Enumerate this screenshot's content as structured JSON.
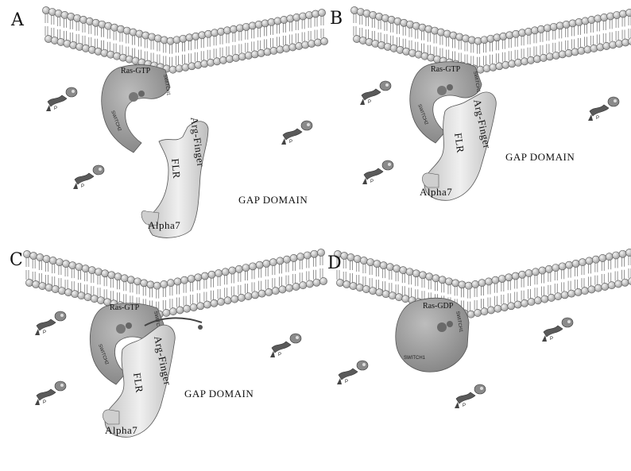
{
  "panels": [
    {
      "letter": "A",
      "ras": "Ras-GTP",
      "switch_top": "SWITCH1",
      "switch_bottom": "SWITCH2",
      "gap": "GAP DOMAIN",
      "finger": "Arg-Finger",
      "flr": "FLR",
      "alpha": "Alpha7"
    },
    {
      "letter": "B",
      "ras": "Ras-GTP",
      "switch_top": "SWITCH1",
      "switch_bottom": "SWITCH2",
      "gap": "GAP DOMAIN",
      "finger": "Arg-Finger",
      "flr": "FLR",
      "alpha": "Alpha7"
    },
    {
      "letter": "C",
      "ras": "Ras-GTP",
      "switch_top": "SWITCH1",
      "switch_bottom": "SWITCH2",
      "gap": "GAP DOMAIN",
      "finger": "Arg-Finger",
      "flr": "FLR",
      "alpha": "Alpha7"
    },
    {
      "letter": "D",
      "ras": "Ras-GDP",
      "switch_top": "SWITCH1",
      "switch_bottom": "SWITCH1"
    }
  ],
  "nucleotide_label": "P",
  "colors": {
    "membrane": "#c8c8c8",
    "ras": "#9a9a9a",
    "gap": "#d9d9d9",
    "nucleotide": "#5a5a5a",
    "outline": "#333333"
  }
}
